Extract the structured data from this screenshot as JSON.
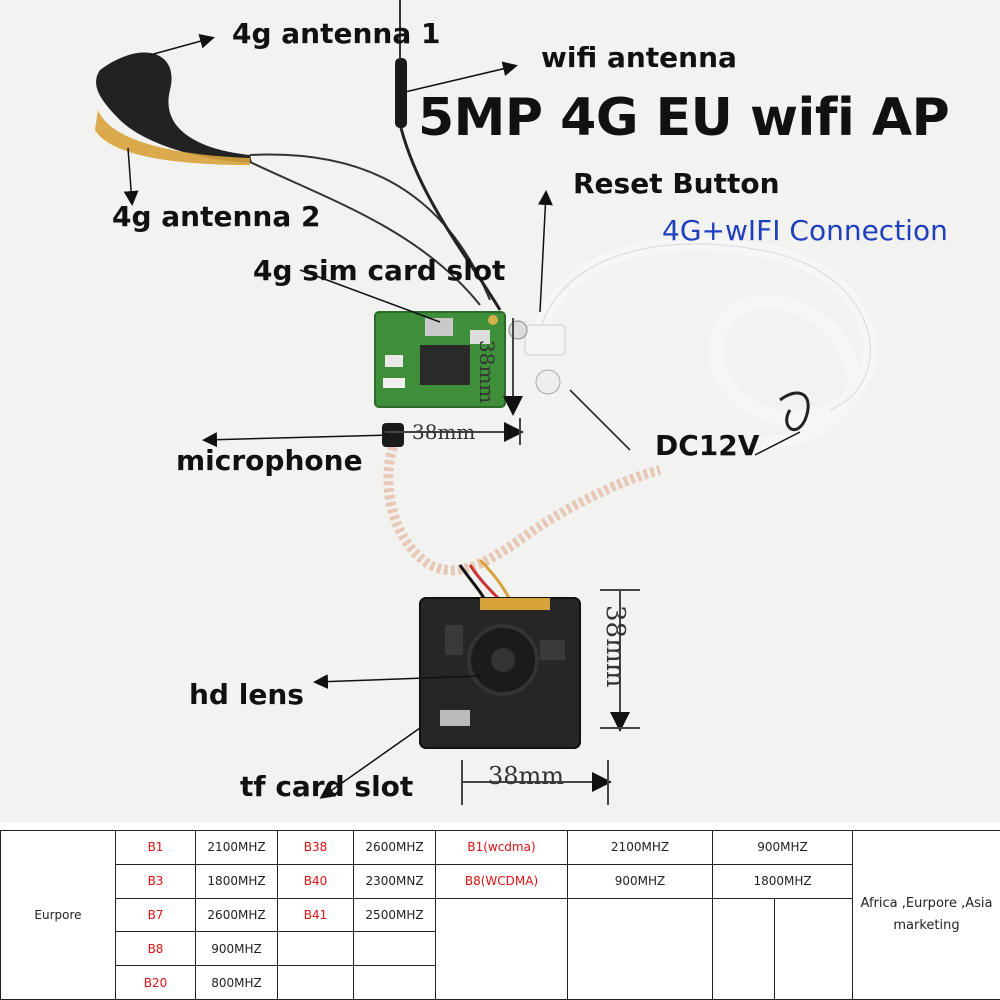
{
  "title": "5MP 4G EU wifi AP",
  "subtitle": "4G+wIFI Connection",
  "labels": {
    "antenna1": "4g antenna 1",
    "wifi_antenna": "wifi antenna",
    "reset": "Reset Button",
    "antenna2": "4g antenna 2",
    "sim": "4g sim card slot",
    "microphone": "microphone",
    "dc": "DC12V",
    "lens": "hd lens",
    "tf": "tf card slot"
  },
  "dimensions": {
    "sim_width": "38mm",
    "sim_height": "38mm",
    "cam_width": "38mm",
    "cam_height": "38mm"
  },
  "colors": {
    "accent_blue": "#1f3fbf",
    "band_red": "#dd1111",
    "pcb_green": "#3f8f3a",
    "pcb_black": "#222222"
  },
  "table": {
    "region": "Eurpore",
    "bands_a": [
      {
        "band": "B1",
        "freq": "2100MHZ"
      },
      {
        "band": "B3",
        "freq": "1800MHZ"
      },
      {
        "band": "B7",
        "freq": "2600MHZ"
      },
      {
        "band": "B8",
        "freq": "900MHZ"
      },
      {
        "band": "B20",
        "freq": "800MHZ"
      }
    ],
    "bands_b": [
      {
        "band": "B38",
        "freq": "2600MHZ"
      },
      {
        "band": "B40",
        "freq": "2300MNZ"
      },
      {
        "band": "B41",
        "freq": "2500MHZ"
      }
    ],
    "wcdma": [
      {
        "band": "B1(wcdma)",
        "freq": "2100MHZ",
        "gsm": "900MHZ"
      },
      {
        "band": "B8(WCDMA)",
        "freq": "900MHZ",
        "gsm": "1800MHZ"
      }
    ],
    "market": "Africa ,Eurpore ,Asia marketing"
  }
}
